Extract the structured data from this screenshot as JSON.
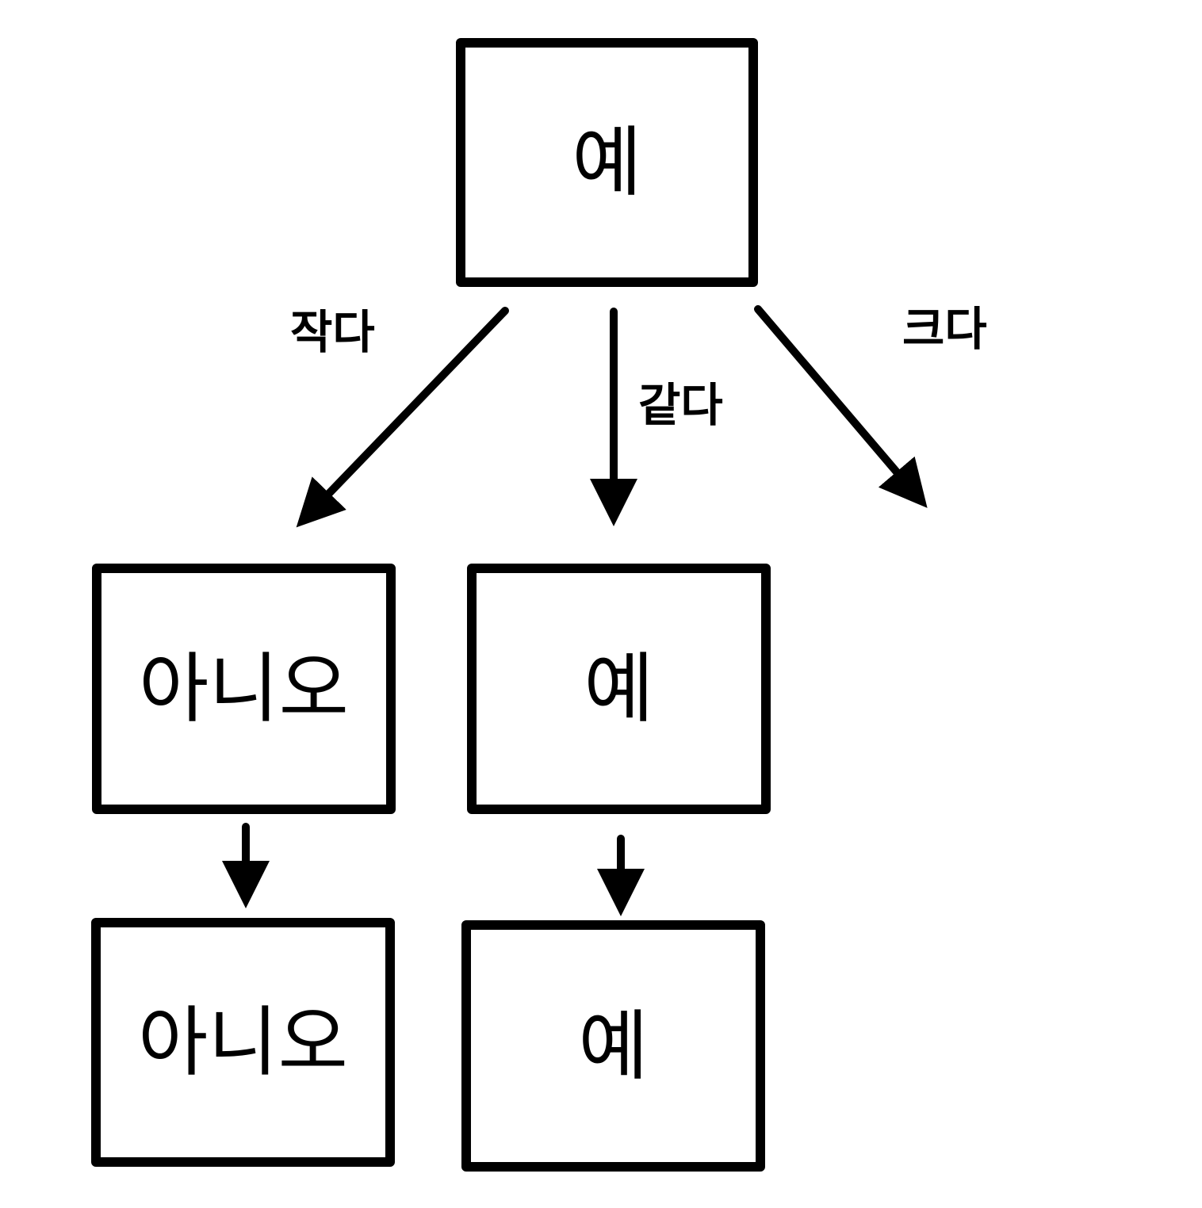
{
  "diagram": {
    "root": {
      "text": "예"
    },
    "edges": {
      "smaller": {
        "label": "작다"
      },
      "equal": {
        "label": "같다"
      },
      "greater": {
        "label": "크다"
      }
    },
    "left_branch": {
      "first": {
        "text": "아니오"
      },
      "second": {
        "text": "아니오"
      }
    },
    "middle_branch": {
      "first": {
        "text": "예"
      },
      "second": {
        "text": "예"
      }
    }
  }
}
